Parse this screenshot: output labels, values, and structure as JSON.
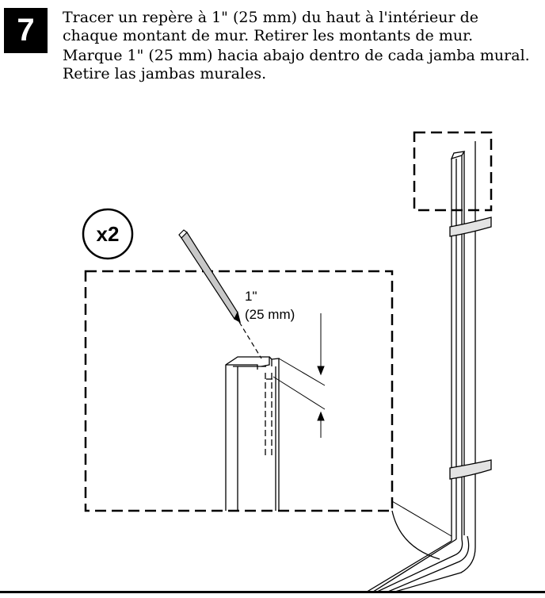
{
  "step": {
    "number": "7"
  },
  "instructions": {
    "french": "Tracer un repère à 1\" (25 mm) du haut à l'intérieur de chaque montant de mur. Retirer les montants de mur.",
    "spanish": "Marque 1\" (25 mm) hacia abajo dentro de cada jamba mural. Retire las jambas murales."
  },
  "illustration": {
    "quantity_label": "x2",
    "measure_inches": "1\"",
    "measure_mm": "(25 mm)"
  }
}
